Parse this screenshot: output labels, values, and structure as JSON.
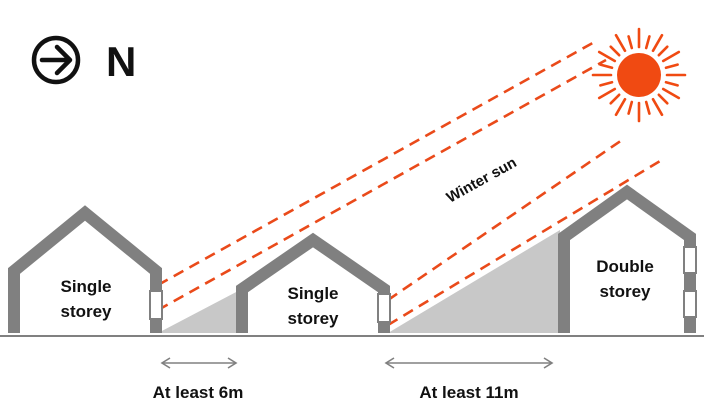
{
  "compass": {
    "icon": "arrow-right-circle-icon",
    "label": "N"
  },
  "sun": {
    "icon": "sun-icon",
    "label": "Winter sun"
  },
  "buildings": [
    {
      "label_line1": "Single",
      "label_line2": "storey"
    },
    {
      "label_line1": "Single",
      "label_line2": "storey"
    },
    {
      "label_line1": "Double",
      "label_line2": "storey"
    }
  ],
  "distances": [
    {
      "label": "At least 6m"
    },
    {
      "label": "At least 11m"
    }
  ],
  "colors": {
    "building": "#808080",
    "shadow": "#c8c8c8",
    "sun_orange": "#f04a12",
    "sun_line": "#ea4a1a",
    "text": "#111111"
  }
}
